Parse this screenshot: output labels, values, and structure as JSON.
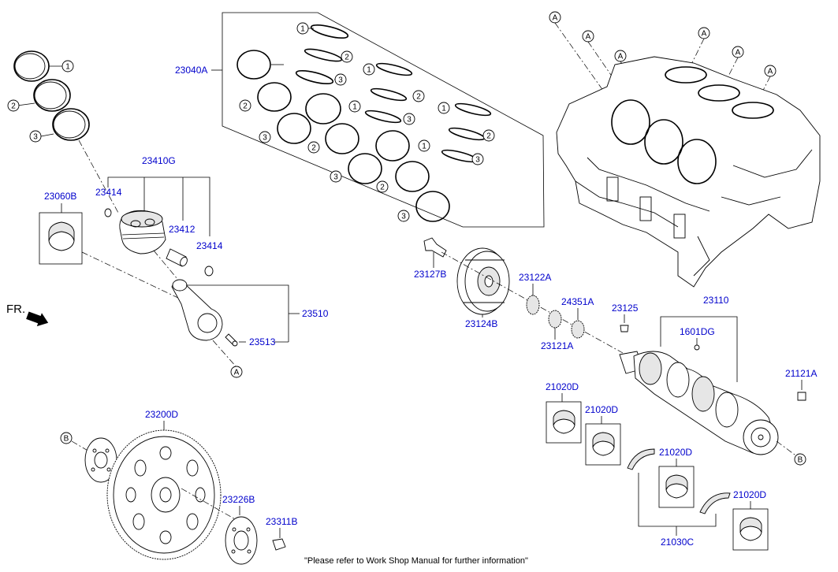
{
  "labels": {
    "p23040A": "23040A",
    "p23410G": "23410G",
    "p23060B": "23060B",
    "p23414a": "23414",
    "p23414b": "23414",
    "p23412": "23412",
    "p23510": "23510",
    "p23513": "23513",
    "p23127B": "23127B",
    "p23124B": "23124B",
    "p23122A": "23122A",
    "p24351A": "24351A",
    "p23121A": "23121A",
    "p23125": "23125",
    "p23110": "23110",
    "p1601DG": "1601DG",
    "p21121A": "21121A",
    "p21020Da": "21020D",
    "p21020Db": "21020D",
    "p21020Dc": "21020D",
    "p21020Dd": "21020D",
    "p21030C": "21030C",
    "p23200D": "23200D",
    "p23226B": "23226B",
    "p23311B": "23311B"
  },
  "front_label": "FR.",
  "ring_numbers": [
    "1",
    "2",
    "3"
  ],
  "ref_a": "A",
  "ref_b": "B",
  "footer_note": "\"Please refer to Work Shop Manual for further information\""
}
